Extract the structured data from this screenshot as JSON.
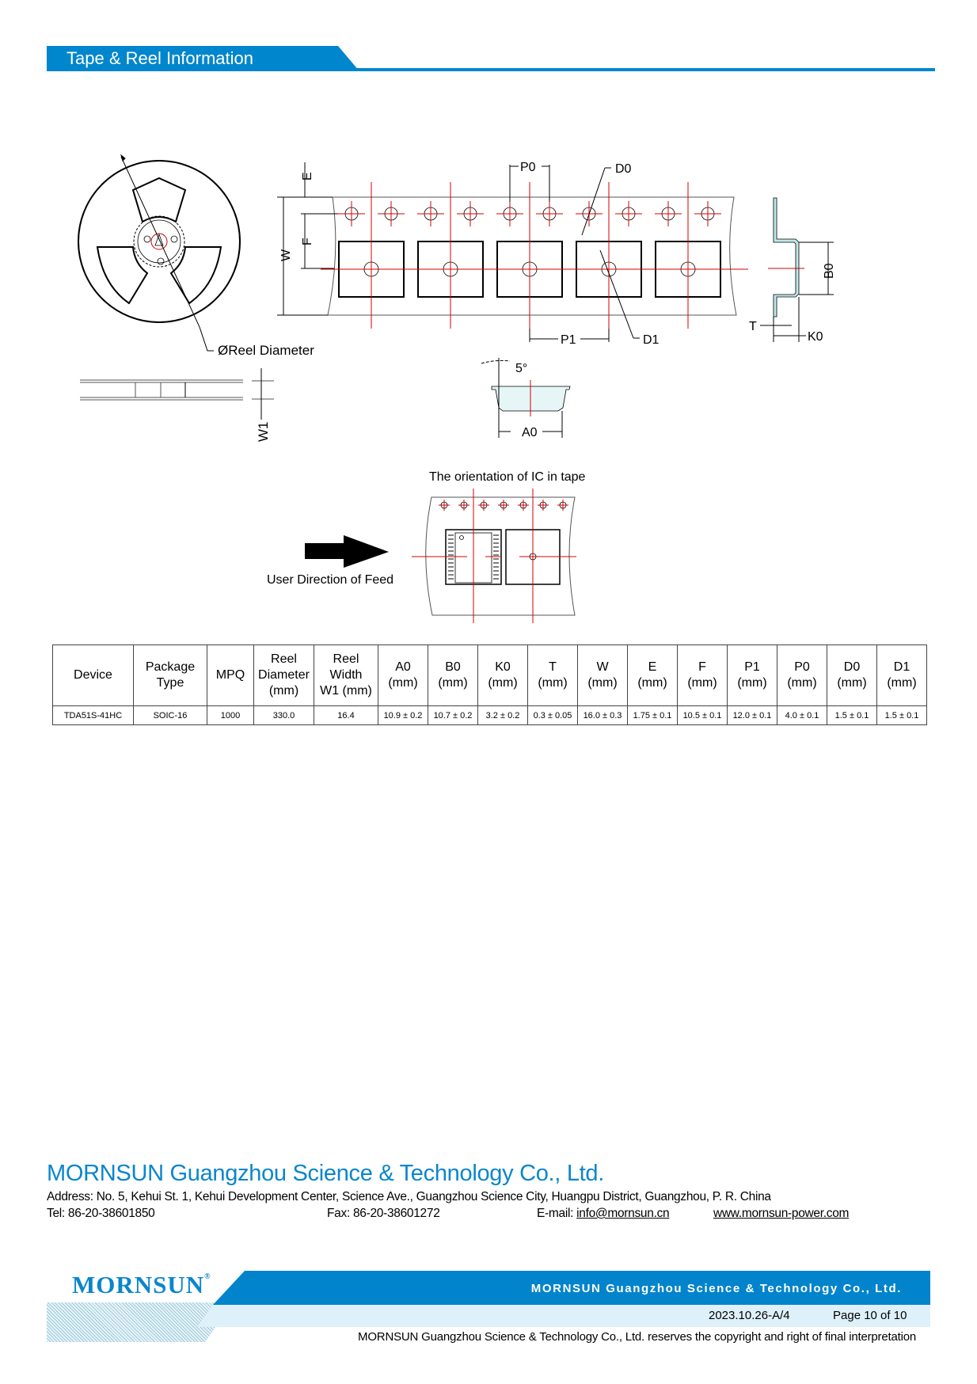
{
  "section": {
    "title": "Tape & Reel Information"
  },
  "drawing": {
    "reel_diameter_label": "ØReel Diameter",
    "w1_label": "W1",
    "labels": {
      "E": "E",
      "F": "F",
      "W": "W",
      "P0": "P0",
      "D0": "D0",
      "P1": "P1",
      "D1": "D1",
      "B0": "B0",
      "T": "T",
      "K0": "K0",
      "A0": "A0",
      "angle": "5°"
    },
    "orientation_title": "The orientation of IC in tape",
    "feed_direction_label": "User Direction of Feed"
  },
  "table": {
    "headers": [
      [
        "Device"
      ],
      [
        "Package",
        "Type"
      ],
      [
        "MPQ"
      ],
      [
        "Reel",
        "Diameter",
        "(mm)"
      ],
      [
        "Reel",
        "Width",
        "W1 (mm)"
      ],
      [
        "A0",
        "(mm)"
      ],
      [
        "B0",
        "(mm)"
      ],
      [
        "K0",
        "(mm)"
      ],
      [
        "T",
        "(mm)"
      ],
      [
        "W",
        "(mm)"
      ],
      [
        "E",
        "(mm)"
      ],
      [
        "F",
        "(mm)"
      ],
      [
        "P1",
        "(mm)"
      ],
      [
        "P0",
        "(mm)"
      ],
      [
        "D0",
        "(mm)"
      ],
      [
        "D1",
        "(mm)"
      ]
    ],
    "rows": [
      [
        "TDA51S-41HC",
        "SOIC-16",
        "1000",
        "330.0",
        "16.4",
        "10.9 ± 0.2",
        "10.7 ± 0.2",
        "3.2 ± 0.2",
        "0.3 ± 0.05",
        "16.0 ± 0.3",
        "1.75 ± 0.1",
        "10.5 ± 0.1",
        "12.0 ± 0.1",
        "4.0 ± 0.1",
        "1.5 ± 0.1",
        "1.5 ± 0.1"
      ]
    ]
  },
  "footer": {
    "company": "MORNSUN Guangzhou Science & Technology Co., Ltd.",
    "address": "Address: No. 5, Kehui St. 1, Kehui Development Center, Science Ave., Guangzhou Science City,   Huangpu  District, Guangzhou, P. R. China",
    "tel": "Tel: 86-20-38601850",
    "fax": "Fax:  86-20-38601272",
    "email_label": "E-mail: ",
    "email": "info@mornsun.cn",
    "website": "www.mornsun-power.com",
    "logo": "MORNSUN",
    "logo_mark": "®",
    "band_company": "MORNSUN Guangzhou Science & Technology Co., Ltd.",
    "revision": "2023.10.26-A/4",
    "page": "Page 10 of 10",
    "copyright": "MORNSUN Guangzhou Science & Technology Co., Ltd. reserves the copyright and right of final interpretation"
  },
  "colors": {
    "brand_blue": "#0086cc",
    "light_band": "#def0f9",
    "centerline_red": "#d40000"
  }
}
